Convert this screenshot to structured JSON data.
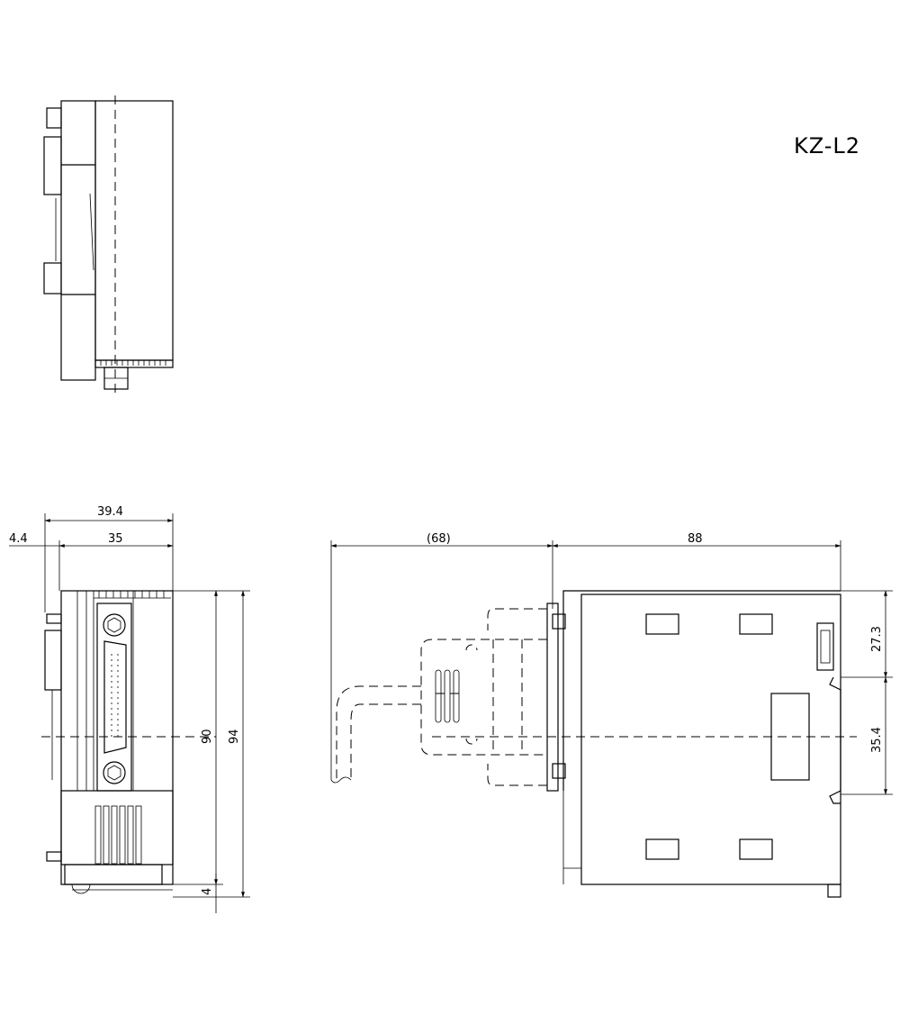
{
  "title": "KZ-L2",
  "dimensions": {
    "width_overall": "39.4",
    "width_body": "35",
    "offset_left": "4.4",
    "cable_length": "(68)",
    "depth": "88",
    "height_body": "90",
    "height_overall": "94",
    "bottom_offset": "4",
    "top_segment": "27.3",
    "mid_segment": "35.4"
  }
}
